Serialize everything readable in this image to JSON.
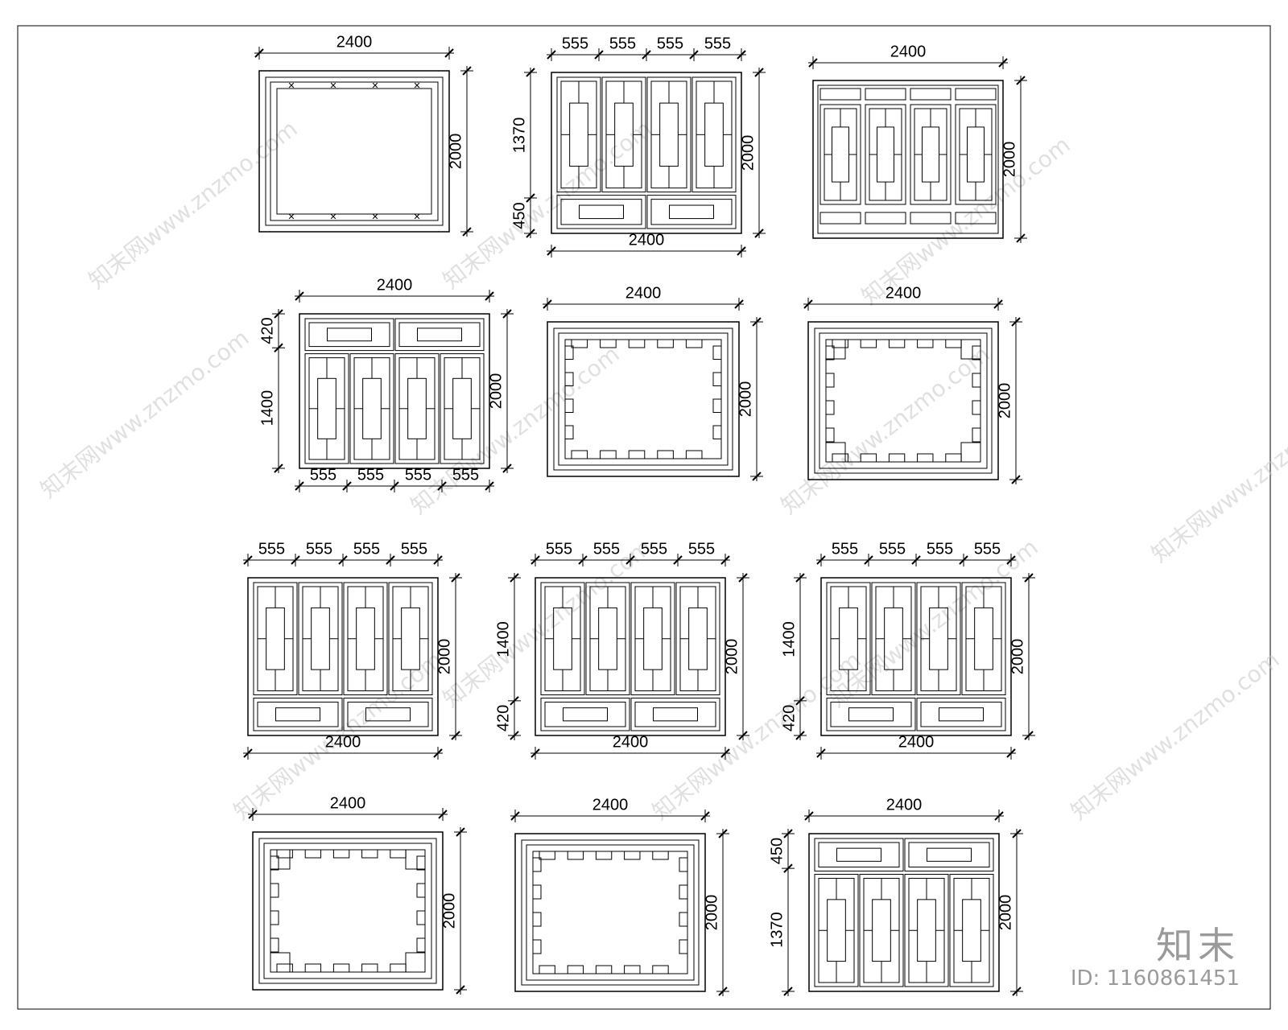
{
  "drawing": {
    "panels": [
      {
        "id": "p1",
        "type": "frame",
        "ornament": "x",
        "label_w": "2400",
        "label_h": "2000"
      },
      {
        "id": "p2",
        "type": "split",
        "cols": 4,
        "col_labels": [
          "555",
          "555",
          "555",
          "555"
        ],
        "upper": "1370",
        "lower": "450",
        "bottom_panels": 2,
        "label_w": "2400",
        "label_h": "2000"
      },
      {
        "id": "p3",
        "type": "grid4",
        "label_w": "2400",
        "label_h": "2000"
      },
      {
        "id": "p4",
        "type": "split_top",
        "cols": 4,
        "col_labels": [
          "555",
          "555",
          "555",
          "555"
        ],
        "upper": "420",
        "lower": "1400",
        "label_w": "2400",
        "label_h": "2000"
      },
      {
        "id": "p5",
        "type": "frame",
        "ornament": "fret",
        "label_w": "2400",
        "label_h": "2000"
      },
      {
        "id": "p6",
        "type": "frame",
        "ornament": "fret2",
        "label_w": "2400",
        "label_h": "2000"
      },
      {
        "id": "p7",
        "type": "split",
        "cols": 4,
        "col_labels": [
          "555",
          "555",
          "555",
          "555"
        ],
        "upper": "",
        "lower": "",
        "bottom_panels": 2,
        "label_w": "2400",
        "label_h": "2000"
      },
      {
        "id": "p8",
        "type": "split",
        "cols": 4,
        "col_labels": [
          "555",
          "555",
          "555",
          "555"
        ],
        "upper": "1400",
        "lower": "420",
        "bottom_panels": 2,
        "label_w": "2400",
        "label_h": "2000"
      },
      {
        "id": "p9",
        "type": "split",
        "cols": 4,
        "col_labels": [
          "555",
          "555",
          "555",
          "555"
        ],
        "upper": "1400",
        "lower": "420",
        "bottom_panels": 2,
        "label_w": "2400",
        "label_h": "2000"
      },
      {
        "id": "p10",
        "type": "frame",
        "ornament": "fret2",
        "label_w": "2400",
        "label_h": "2000"
      },
      {
        "id": "p11",
        "type": "frame",
        "ornament": "fret",
        "label_w": "2400",
        "label_h": "2000"
      },
      {
        "id": "p12",
        "type": "split_top",
        "cols": 4,
        "col_labels": [],
        "upper": "450",
        "lower": "1370",
        "label_w": "2400",
        "label_h": "2000"
      }
    ]
  },
  "watermark": {
    "text": "知末网www.znzmo.com"
  },
  "brand": {
    "logo": "知末",
    "id_text": "ID: 1160861451"
  }
}
